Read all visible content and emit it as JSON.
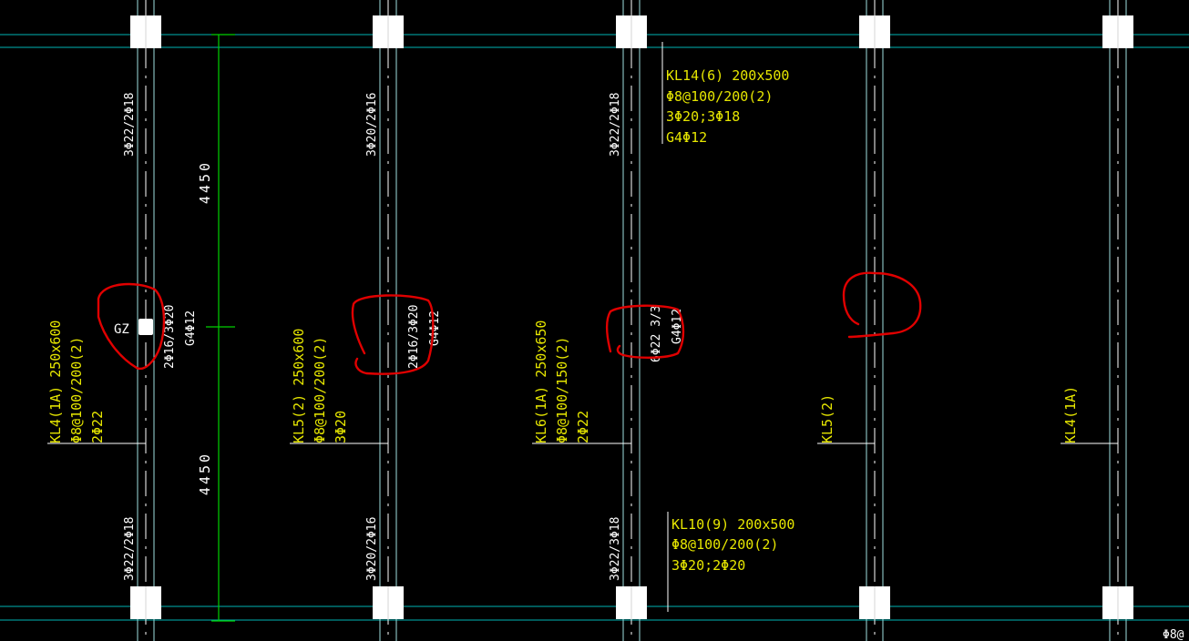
{
  "colors": {
    "background": "#000000",
    "axis": "#00b4b4",
    "beam_edge": "#9fe0e0",
    "annotation_text": "#e6e600",
    "dimension": "#00d000",
    "column": "#ffffff",
    "leader": "#ffffff",
    "markup": "#e00000"
  },
  "dimensions": {
    "upper": "4450",
    "lower": "4450"
  },
  "vertical_beams": [
    {
      "id": "kl4-1a-left",
      "name": "KL4(1A) 250x600",
      "stirrup": "Φ8@100/200(2)",
      "bottom_bars": "2Φ22",
      "top_support": "3Φ22/2Φ18",
      "bottom_support": "3Φ22/2Φ18",
      "mid_a": "2Φ16/3Φ20",
      "mid_b": "G4Φ12"
    },
    {
      "id": "kl5-2-left",
      "name": "KL5(2) 250x600",
      "stirrup": "Φ8@100/200(2)",
      "bottom_bars": "3Φ20",
      "top_support": "3Φ20/2Φ16",
      "bottom_support": "3Φ20/2Φ16",
      "mid_a": "2Φ16/3Φ20",
      "mid_b": "G4Φ12"
    },
    {
      "id": "kl6-1a",
      "name": "KL6(1A) 250x650",
      "stirrup": "Φ8@100/150(2)",
      "bottom_bars": "2Φ22",
      "top_support": "3Φ22/2Φ18",
      "bottom_support": "3Φ22/3Φ18",
      "mid_a": "6Φ22 3/3",
      "mid_b": "G4Φ12"
    },
    {
      "id": "kl5-2-right",
      "name": "KL5(2)"
    },
    {
      "id": "kl4-1a-right",
      "name": "KL4(1A)"
    }
  ],
  "horizontal_beams": [
    {
      "id": "kl14",
      "lines": [
        "KL14(6) 200x500",
        "Φ8@100/200(2)",
        "3Φ20;3Φ18",
        "G4Φ12"
      ]
    },
    {
      "id": "kl10",
      "lines": [
        "KL10(9) 200x500",
        "Φ8@100/200(2)",
        "3Φ20;2Φ20"
      ]
    }
  ],
  "column_label": "GZ",
  "edge_text": "Φ8@"
}
